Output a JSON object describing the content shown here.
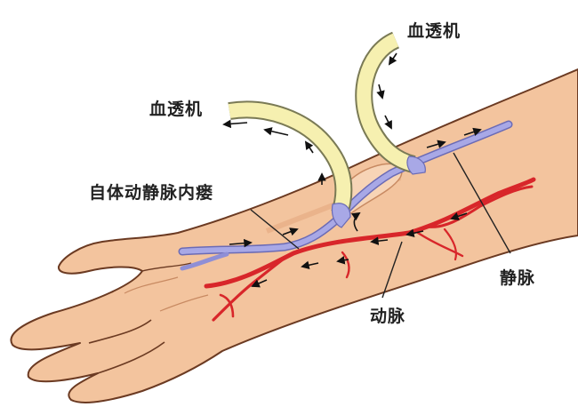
{
  "labels": {
    "dialyzer_top": "血透机",
    "dialyzer_left": "血透机",
    "fistula": "自体动静脉内瘘",
    "vein": "静脉",
    "artery": "动脉"
  },
  "colors": {
    "skin": "#f3c49e",
    "skin_shadow": "#e4a97f",
    "outline": "#6b3a22",
    "tube": "#f6f0b0",
    "tube_outline": "#7a7a55",
    "vein": "#8f8fd6",
    "artery": "#d8262a",
    "arrow": "#111111"
  }
}
